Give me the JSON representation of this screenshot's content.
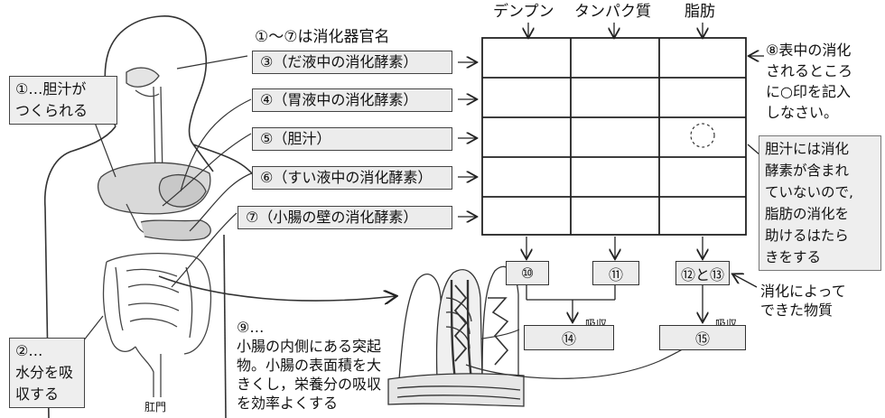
{
  "header": {
    "columns": [
      "デンプン",
      "タンパク質",
      "脂肪"
    ],
    "organs_note": "①～⑦は消化器官名"
  },
  "row_labels": [
    "③（だ液中の消化酵素）",
    "④（胃液中の消化酵素）",
    "⑤（胆汁）",
    "⑥（すい液中の消化酵素）",
    "⑦（小腸の壁の消化酵素）"
  ],
  "liver_label": "①…胆汁が\nつくられる",
  "colon_label": "②…\n水分を吸\n収する",
  "anus_label": "肛門",
  "villi_text": "⑨…\n小腸の内側にある突起\n物。小腸の表面積を大\nきくし，栄養分の吸収\nを効率よくする",
  "table_note": "⑧表中の消化\nされるところ\nに○印を記入\nしなさい。",
  "bile_note": "胆汁には消化\n酵素が含まれ\nていないので,\n脂肪の消化を\n助けるはたら\nきをする",
  "products": [
    "⑩",
    "⑪",
    "⑫と⑬"
  ],
  "products_note": "消化によって\nできた物質",
  "absorb_label": "吸収",
  "absorb_boxes": [
    "⑭",
    "⑮"
  ]
}
